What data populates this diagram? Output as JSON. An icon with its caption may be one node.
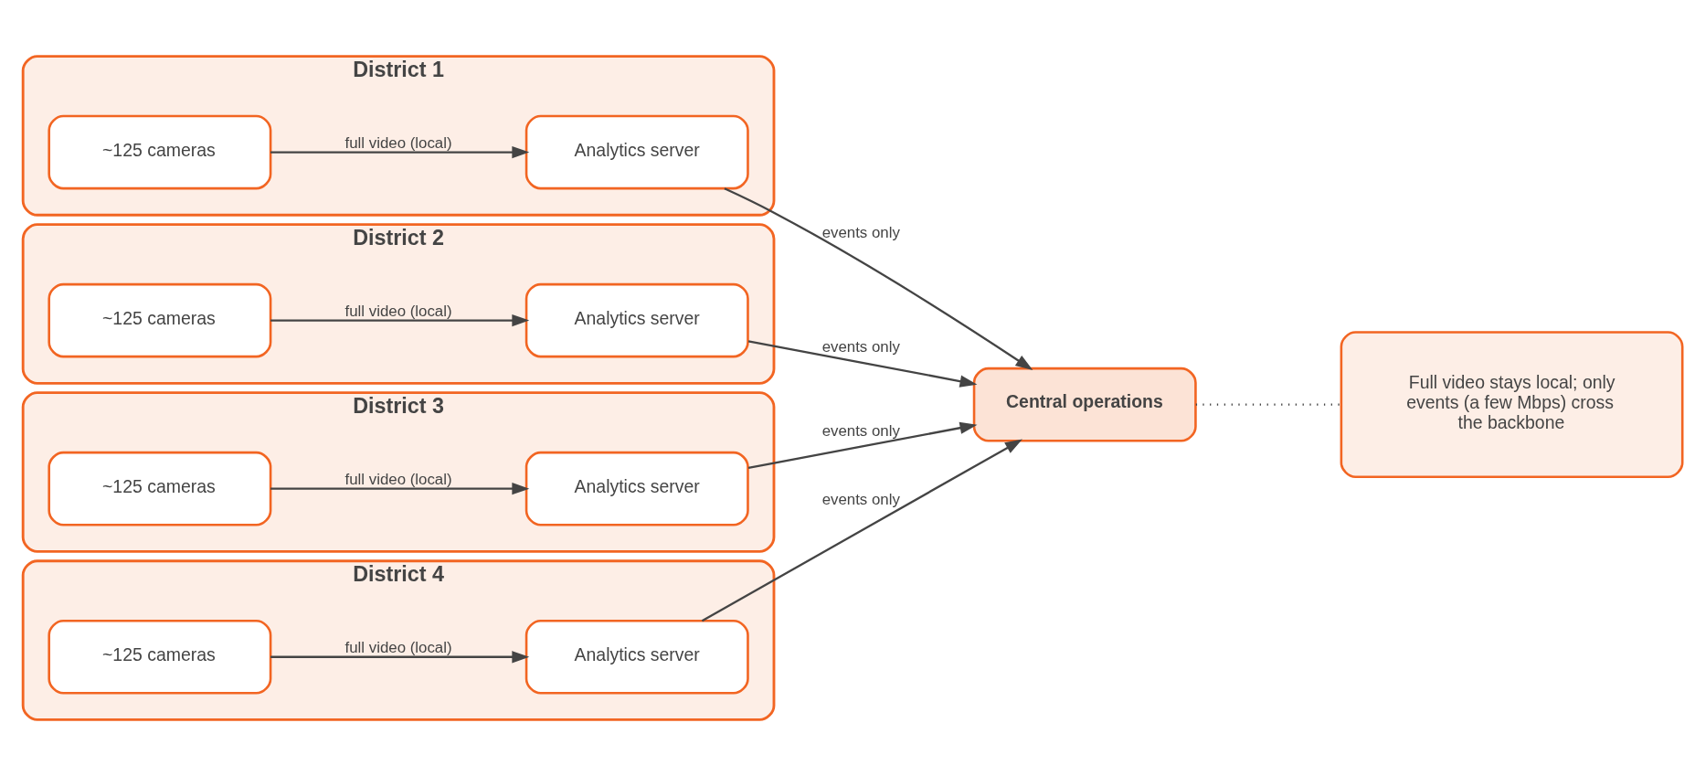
{
  "diagram": {
    "nodes": [
      {
        "text": [
          "District 1"
        ]
      },
      {
        "text": [
          "~125 cameras"
        ],
        "in": 0
      },
      {
        "text": [
          "Analytics server"
        ],
        "in": 0
      },
      {
        "text": [
          "District 2"
        ]
      },
      {
        "text": [
          "~125 cameras"
        ],
        "in": 3
      },
      {
        "text": [
          "Analytics server"
        ],
        "in": 3
      },
      {
        "text": [
          "District 3"
        ]
      },
      {
        "text": [
          "~125 cameras"
        ],
        "in": 6
      },
      {
        "text": [
          "Analytics server"
        ],
        "in": 6
      },
      {
        "text": [
          "District 4"
        ]
      },
      {
        "text": [
          "~125 cameras"
        ],
        "in": 9
      },
      {
        "text": [
          "Analytics server"
        ],
        "in": 9
      },
      {
        "text": [
          "Central operations"
        ]
      },
      {
        "text": [
          "Full video stays local; only events (a few Mbps) cross the backbone"
        ]
      }
    ],
    "edges": [
      {
        "from": 1,
        "to": 2,
        "arrow": "to",
        "label": "full video (local)"
      },
      {
        "from": 2,
        "to": 12,
        "arrow": "to",
        "label": "events only"
      },
      {
        "from": 4,
        "to": 5,
        "arrow": "to",
        "label": "full video (local)"
      },
      {
        "from": 5,
        "to": 12,
        "arrow": "to",
        "label": "events only"
      },
      {
        "from": 7,
        "to": 8,
        "arrow": "to",
        "label": "full video (local)"
      },
      {
        "from": 8,
        "to": 12,
        "arrow": "to",
        "label": "events only"
      },
      {
        "from": 10,
        "to": 11,
        "arrow": "to",
        "label": "full video (local)"
      },
      {
        "from": 11,
        "to": 12,
        "arrow": "to",
        "label": "events only"
      },
      {
        "from": 12,
        "to": 13,
        "arrow": "none",
        "style": "dashed"
      }
    ]
  }
}
